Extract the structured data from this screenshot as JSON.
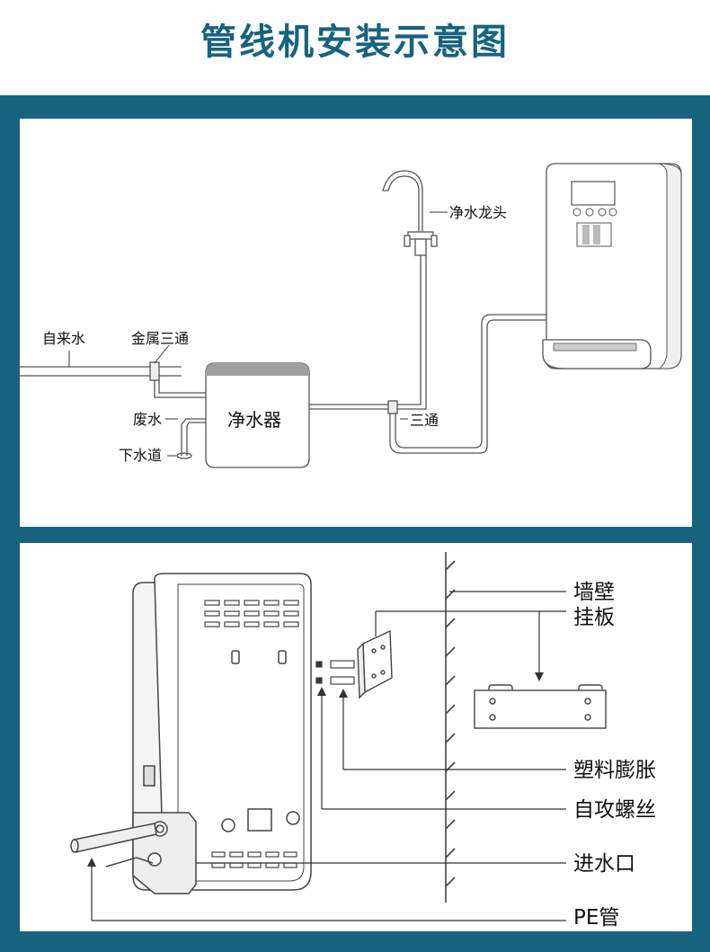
{
  "title": "管线机安装示意图",
  "colors": {
    "frame": "#17637f",
    "title": "#17637f"
  },
  "diagram1": {
    "tap_water": "自来水",
    "metal_tee": "金属三通",
    "waste_water": "废水",
    "drain": "下水道",
    "purifier": "净水器",
    "faucet": "净水龙头",
    "tee": "三通"
  },
  "diagram2": {
    "wall": "墙壁",
    "hanging_plate": "挂板",
    "plastic_anchor": "塑料膨胀",
    "self_tapping_screw": "自攻螺丝",
    "water_inlet": "进水口",
    "pe_pipe": "PE管"
  }
}
